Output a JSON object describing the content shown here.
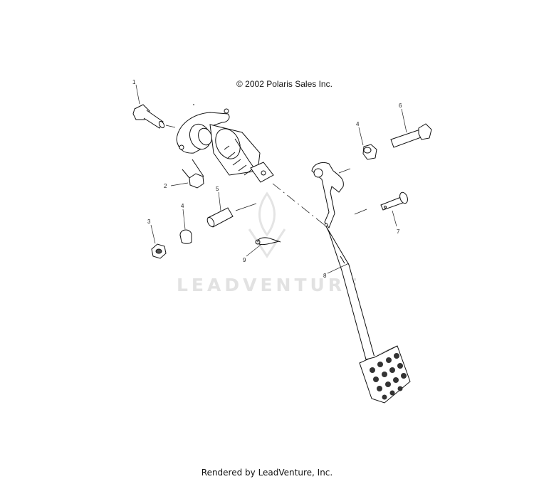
{
  "header": {
    "copyright": "© 2002 Polaris Sales Inc."
  },
  "watermark": {
    "text": "LEADVENTURE"
  },
  "footer": {
    "rendered_by": "Rendered by LeadVenture, Inc."
  },
  "callouts": {
    "c1": "1",
    "c2": "2",
    "c3": "3",
    "c4a": "4",
    "c4b": "4",
    "c5": "5",
    "c6": "6",
    "c7": "7",
    "c8": "8",
    "c9": "9"
  },
  "icons": {
    "watermark_logo": "leadventure-flame-logo",
    "parts": [
      "bolt",
      "pivot-shaft-housing",
      "nut",
      "lock-nut",
      "bushing",
      "spacer-sleeve",
      "pedal-bolt",
      "clevis-pin",
      "brake-pedal",
      "hair-pin-clip"
    ]
  }
}
